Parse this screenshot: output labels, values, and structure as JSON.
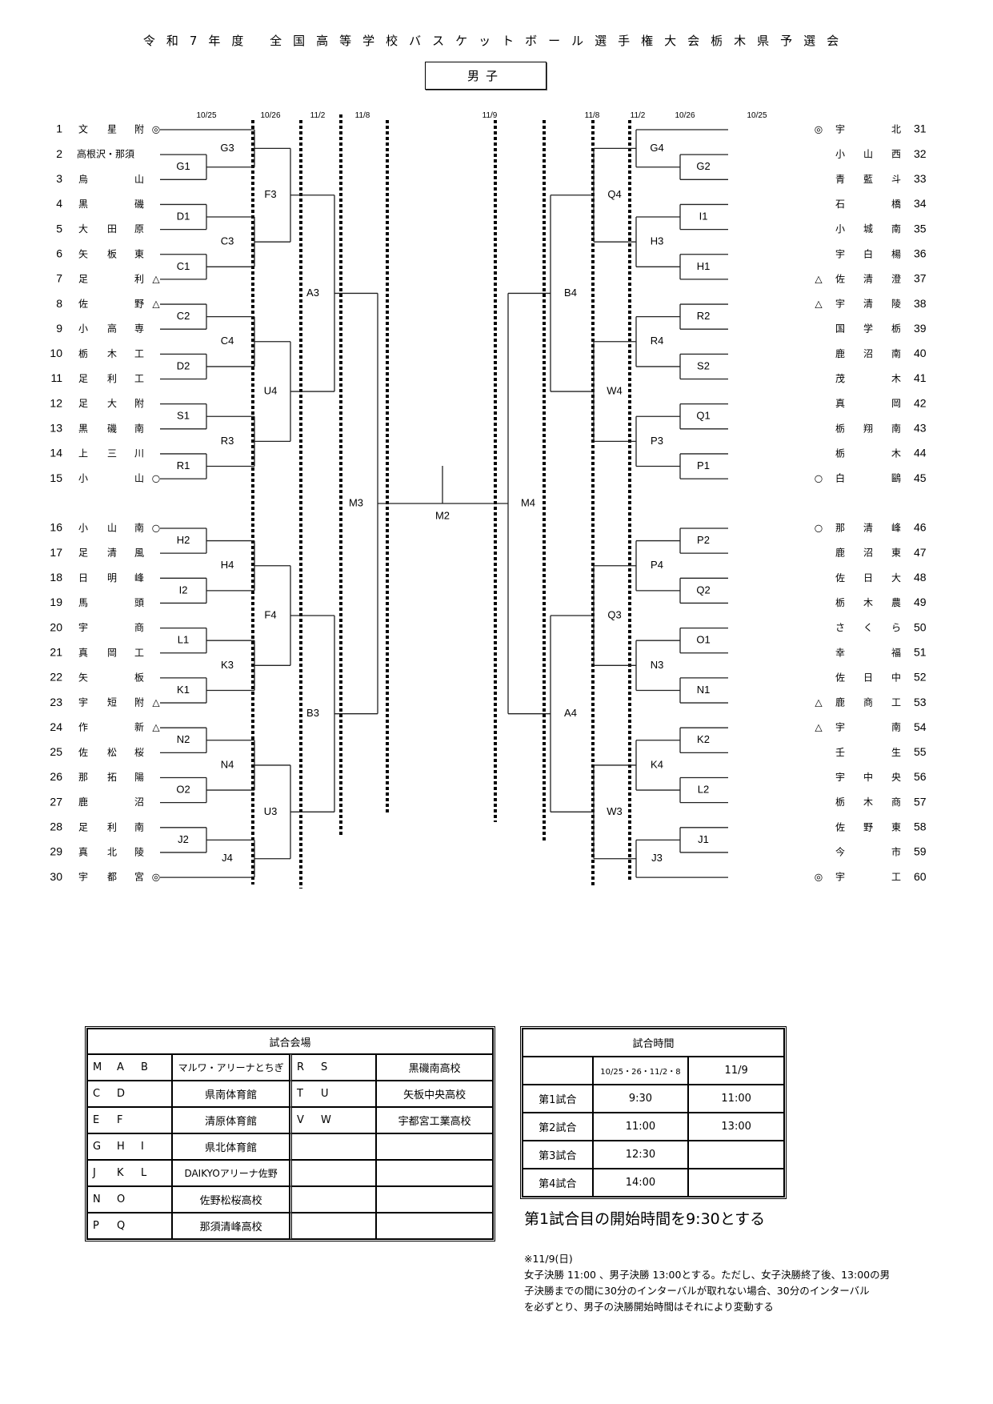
{
  "header": {
    "title": "令和7年度 全国高等学校バスケットボール選手権大会栃木県予選会",
    "division": "男子"
  },
  "round_dates": {
    "left": [
      "10/25",
      "10/26",
      "11/2",
      "11/8"
    ],
    "final": "11/9",
    "right": [
      "11/8",
      "11/2",
      "10/26",
      "10/25"
    ]
  },
  "teams_left": [
    {
      "no": "1",
      "name": [
        "文",
        "星",
        "附"
      ],
      "seed": "◎"
    },
    {
      "no": "2",
      "name": [
        "高根沢・那須"
      ],
      "seed": ""
    },
    {
      "no": "3",
      "name": [
        "烏",
        "",
        "山"
      ],
      "seed": ""
    },
    {
      "no": "4",
      "name": [
        "黒",
        "",
        "磯"
      ],
      "seed": ""
    },
    {
      "no": "5",
      "name": [
        "大",
        "田",
        "原"
      ],
      "seed": ""
    },
    {
      "no": "6",
      "name": [
        "矢",
        "板",
        "東"
      ],
      "seed": ""
    },
    {
      "no": "7",
      "name": [
        "足",
        "",
        "利"
      ],
      "seed": "△"
    },
    {
      "no": "8",
      "name": [
        "佐",
        "",
        "野"
      ],
      "seed": "△"
    },
    {
      "no": "9",
      "name": [
        "小",
        "高",
        "専"
      ],
      "seed": ""
    },
    {
      "no": "10",
      "name": [
        "栃",
        "木",
        "工"
      ],
      "seed": ""
    },
    {
      "no": "11",
      "name": [
        "足",
        "利",
        "工"
      ],
      "seed": ""
    },
    {
      "no": "12",
      "name": [
        "足",
        "大",
        "附"
      ],
      "seed": ""
    },
    {
      "no": "13",
      "name": [
        "黒",
        "磯",
        "南"
      ],
      "seed": ""
    },
    {
      "no": "14",
      "name": [
        "上",
        "三",
        "川"
      ],
      "seed": ""
    },
    {
      "no": "15",
      "name": [
        "小",
        "",
        "山"
      ],
      "seed": "○"
    },
    {
      "no": "16",
      "name": [
        "小",
        "山",
        "南"
      ],
      "seed": "○"
    },
    {
      "no": "17",
      "name": [
        "足",
        "清",
        "風"
      ],
      "seed": ""
    },
    {
      "no": "18",
      "name": [
        "日",
        "明",
        "峰"
      ],
      "seed": ""
    },
    {
      "no": "19",
      "name": [
        "馬",
        "",
        "頭"
      ],
      "seed": ""
    },
    {
      "no": "20",
      "name": [
        "宇",
        "",
        "商"
      ],
      "seed": ""
    },
    {
      "no": "21",
      "name": [
        "真",
        "岡",
        "工"
      ],
      "seed": ""
    },
    {
      "no": "22",
      "name": [
        "矢",
        "",
        "板"
      ],
      "seed": ""
    },
    {
      "no": "23",
      "name": [
        "宇",
        "短",
        "附"
      ],
      "seed": "△"
    },
    {
      "no": "24",
      "name": [
        "作",
        "",
        "新"
      ],
      "seed": "△"
    },
    {
      "no": "25",
      "name": [
        "佐",
        "松",
        "桜"
      ],
      "seed": ""
    },
    {
      "no": "26",
      "name": [
        "那",
        "拓",
        "陽"
      ],
      "seed": ""
    },
    {
      "no": "27",
      "name": [
        "鹿",
        "",
        "沼"
      ],
      "seed": ""
    },
    {
      "no": "28",
      "name": [
        "足",
        "利",
        "南"
      ],
      "seed": ""
    },
    {
      "no": "29",
      "name": [
        "真",
        "北",
        "陵"
      ],
      "seed": ""
    },
    {
      "no": "30",
      "name": [
        "宇",
        "都",
        "宮"
      ],
      "seed": "◎"
    }
  ],
  "teams_right": [
    {
      "no": "31",
      "name": [
        "宇",
        "",
        "北"
      ],
      "seed": "◎"
    },
    {
      "no": "32",
      "name": [
        "小",
        "山",
        "西"
      ],
      "seed": ""
    },
    {
      "no": "33",
      "name": [
        "青",
        "藍",
        "斗"
      ],
      "seed": ""
    },
    {
      "no": "34",
      "name": [
        "石",
        "",
        "橋"
      ],
      "seed": ""
    },
    {
      "no": "35",
      "name": [
        "小",
        "城",
        "南"
      ],
      "seed": ""
    },
    {
      "no": "36",
      "name": [
        "宇",
        "白",
        "楊"
      ],
      "seed": ""
    },
    {
      "no": "37",
      "name": [
        "佐",
        "清",
        "澄"
      ],
      "seed": "△"
    },
    {
      "no": "38",
      "name": [
        "宇",
        "清",
        "陵"
      ],
      "seed": "△"
    },
    {
      "no": "39",
      "name": [
        "国",
        "学",
        "栃"
      ],
      "seed": ""
    },
    {
      "no": "40",
      "name": [
        "鹿",
        "沼",
        "南"
      ],
      "seed": ""
    },
    {
      "no": "41",
      "name": [
        "茂",
        "",
        "木"
      ],
      "seed": ""
    },
    {
      "no": "42",
      "name": [
        "真",
        "",
        "岡"
      ],
      "seed": ""
    },
    {
      "no": "43",
      "name": [
        "栃",
        "翔",
        "南"
      ],
      "seed": ""
    },
    {
      "no": "44",
      "name": [
        "栃",
        "",
        "木"
      ],
      "seed": ""
    },
    {
      "no": "45",
      "name": [
        "白",
        "",
        "鷗"
      ],
      "seed": "○"
    },
    {
      "no": "46",
      "name": [
        "那",
        "清",
        "峰"
      ],
      "seed": "○"
    },
    {
      "no": "47",
      "name": [
        "鹿",
        "沼",
        "東"
      ],
      "seed": ""
    },
    {
      "no": "48",
      "name": [
        "佐",
        "日",
        "大"
      ],
      "seed": ""
    },
    {
      "no": "49",
      "name": [
        "栃",
        "木",
        "農"
      ],
      "seed": ""
    },
    {
      "no": "50",
      "name": [
        "さ",
        "く",
        "ら"
      ],
      "seed": ""
    },
    {
      "no": "51",
      "name": [
        "幸",
        "",
        "福"
      ],
      "seed": ""
    },
    {
      "no": "52",
      "name": [
        "佐",
        "日",
        "中"
      ],
      "seed": ""
    },
    {
      "no": "53",
      "name": [
        "鹿",
        "商",
        "工"
      ],
      "seed": "△"
    },
    {
      "no": "54",
      "name": [
        "宇",
        "",
        "南"
      ],
      "seed": "△"
    },
    {
      "no": "55",
      "name": [
        "壬",
        "",
        "生"
      ],
      "seed": ""
    },
    {
      "no": "56",
      "name": [
        "宇",
        "中",
        "央"
      ],
      "seed": ""
    },
    {
      "no": "57",
      "name": [
        "栃",
        "木",
        "商"
      ],
      "seed": ""
    },
    {
      "no": "58",
      "name": [
        "佐",
        "野",
        "東"
      ],
      "seed": ""
    },
    {
      "no": "59",
      "name": [
        "今",
        "",
        "市"
      ],
      "seed": ""
    },
    {
      "no": "60",
      "name": [
        "宇",
        "",
        "工"
      ],
      "seed": "◎"
    }
  ],
  "matches": {
    "left": {
      "r1": [
        {
          "label": "G1",
          "a": 1,
          "b": 2
        },
        {
          "label": "D1",
          "a": 3,
          "b": 4
        },
        {
          "label": "C1",
          "a": 5,
          "b": 6
        },
        {
          "label": "C2",
          "a": 7,
          "b": 8
        },
        {
          "label": "D2",
          "a": 9,
          "b": 10
        },
        {
          "label": "S1",
          "a": 11,
          "b": 12
        },
        {
          "label": "R1",
          "a": 13,
          "b": 14
        },
        {
          "label": "H2",
          "a": 15,
          "b": 16
        },
        {
          "label": "I2",
          "a": 17,
          "b": 18
        },
        {
          "label": "L1",
          "a": 19,
          "b": 20
        },
        {
          "label": "K1",
          "a": 21,
          "b": 22
        },
        {
          "label": "N2",
          "a": 23,
          "b": 24
        },
        {
          "label": "O2",
          "a": 25,
          "b": 26
        },
        {
          "label": "J2",
          "a": 27,
          "b": 28
        }
      ],
      "r2": [
        "G3",
        "C3",
        "C4",
        "R3",
        "H4",
        "K3",
        "N4",
        "J4"
      ],
      "r3": [
        "F3",
        "U4",
        "F4",
        "U3"
      ],
      "r4": [
        "A3",
        "B3"
      ],
      "semi": "M3"
    },
    "right": {
      "r1": [
        {
          "label": "G2",
          "a": 1,
          "b": 2
        },
        {
          "label": "I1",
          "a": 3,
          "b": 4
        },
        {
          "label": "H1",
          "a": 5,
          "b": 6
        },
        {
          "label": "R2",
          "a": 7,
          "b": 8
        },
        {
          "label": "S2",
          "a": 9,
          "b": 10
        },
        {
          "label": "Q1",
          "a": 11,
          "b": 12
        },
        {
          "label": "P1",
          "a": 13,
          "b": 14
        },
        {
          "label": "P2",
          "a": 15,
          "b": 16
        },
        {
          "label": "Q2",
          "a": 17,
          "b": 18
        },
        {
          "label": "O1",
          "a": 19,
          "b": 20
        },
        {
          "label": "N1",
          "a": 21,
          "b": 22
        },
        {
          "label": "K2",
          "a": 23,
          "b": 24
        },
        {
          "label": "L2",
          "a": 25,
          "b": 26
        },
        {
          "label": "J1",
          "a": 27,
          "b": 28
        }
      ],
      "r2": [
        "G4",
        "H3",
        "R4",
        "P3",
        "P4",
        "N3",
        "K4",
        "J3"
      ],
      "r3": [
        "Q4",
        "W4",
        "Q3",
        "W3"
      ],
      "r4": [
        "B4",
        "A4"
      ],
      "semi": "M4"
    },
    "final": "M2"
  },
  "venue_table": {
    "title": "試合会場",
    "rows": [
      {
        "codes_l": [
          "M",
          "A",
          "B"
        ],
        "place_l": "マルワ・アリーナとちぎ",
        "codes_r": [
          "R",
          "S"
        ],
        "place_r": "黒磯南高校"
      },
      {
        "codes_l": [
          "C",
          "D"
        ],
        "place_l": "県南体育館",
        "codes_r": [
          "T",
          "U"
        ],
        "place_r": "矢板中央高校"
      },
      {
        "codes_l": [
          "E",
          "F"
        ],
        "place_l": "清原体育館",
        "codes_r": [
          "V",
          "W"
        ],
        "place_r": "宇都宮工業高校"
      },
      {
        "codes_l": [
          "G",
          "H",
          "I"
        ],
        "place_l": "県北体育館",
        "codes_r": [],
        "place_r": ""
      },
      {
        "codes_l": [
          "J",
          "K",
          "L"
        ],
        "place_l": "DAIKYOアリーナ佐野",
        "codes_r": [],
        "place_r": ""
      },
      {
        "codes_l": [
          "N",
          "O"
        ],
        "place_l": "佐野松桜高校",
        "codes_r": [],
        "place_r": ""
      },
      {
        "codes_l": [
          "P",
          "Q"
        ],
        "place_l": "那須清峰高校",
        "codes_r": [],
        "place_r": ""
      }
    ]
  },
  "time_table": {
    "title": "試合時間",
    "columns": [
      "",
      "10/25・26・11/2・8",
      "11/9"
    ],
    "rows": [
      [
        "第1試合",
        "9:30",
        "11:00"
      ],
      [
        "第2試合",
        "11:00",
        "13:00"
      ],
      [
        "第3試合",
        "12:30",
        ""
      ],
      [
        "第4試合",
        "14:00",
        ""
      ]
    ]
  },
  "notes": {
    "start_time": "第1試合目の開始時間を9:30とする",
    "final_day_heading": "※11/9(日)",
    "final_day_lines": [
      "女子決勝 11:00 、男子決勝 13:00とする。ただし、女子決勝終了後、13:00の男",
      "子決勝までの間に30分のインターバルが取れない場合、30分のインターバル",
      "を必ずとり、男子の決勝開始時間はそれにより変動する"
    ]
  }
}
